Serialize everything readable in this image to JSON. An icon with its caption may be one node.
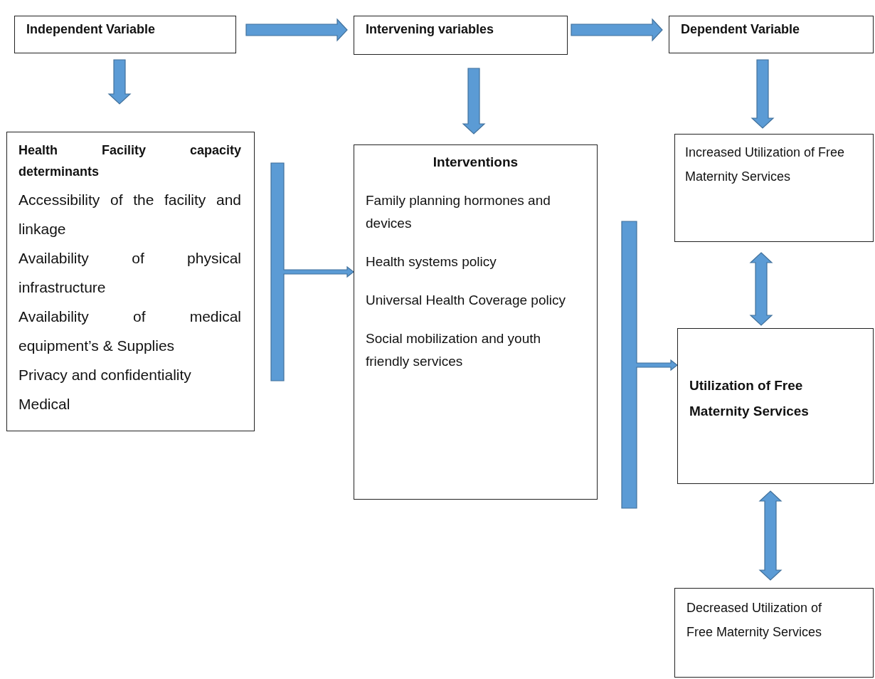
{
  "diagram": {
    "nodes": [
      {
        "text": [
          "Independent Variable"
        ]
      },
      {
        "text": [
          "Intervening variables"
        ]
      },
      {
        "text": [
          "Dependent Variable"
        ]
      },
      {
        "text": [
          "Health Facility capacity determinants",
          "Accessibility of the facility and linkage",
          "Availability of physical infrastructure",
          "Availability of medical equipment’s & Supplies",
          "Privacy and confidentiality",
          "Medical"
        ]
      },
      {
        "text": [
          "Interventions",
          "Family planning hormones and devices",
          "Health systems policy",
          "Universal Health Coverage policy",
          "Social mobilization and youth friendly services"
        ]
      },
      {
        "text": [
          "Increased Utilization of Free Maternity Services"
        ]
      },
      {
        "text": [
          "Utilization of Free Maternity Services"
        ]
      },
      {
        "text": [
          "Decreased Utilization of Free Maternity Services"
        ]
      }
    ],
    "edges": [
      {
        "from": 0,
        "to": 1,
        "arrow": "to"
      },
      {
        "from": 1,
        "to": 2,
        "arrow": "to"
      },
      {
        "from": 0,
        "to": 3,
        "arrow": "to"
      },
      {
        "from": 1,
        "to": 4,
        "arrow": "to"
      },
      {
        "from": 2,
        "to": 5,
        "arrow": "to"
      },
      {
        "from": 3,
        "to": 4,
        "arrow": "to"
      },
      {
        "from": 4,
        "to": 6,
        "arrow": "to"
      },
      {
        "from": 5,
        "to": 6,
        "arrow": "both"
      },
      {
        "from": 6,
        "to": 7,
        "arrow": "both"
      }
    ]
  }
}
